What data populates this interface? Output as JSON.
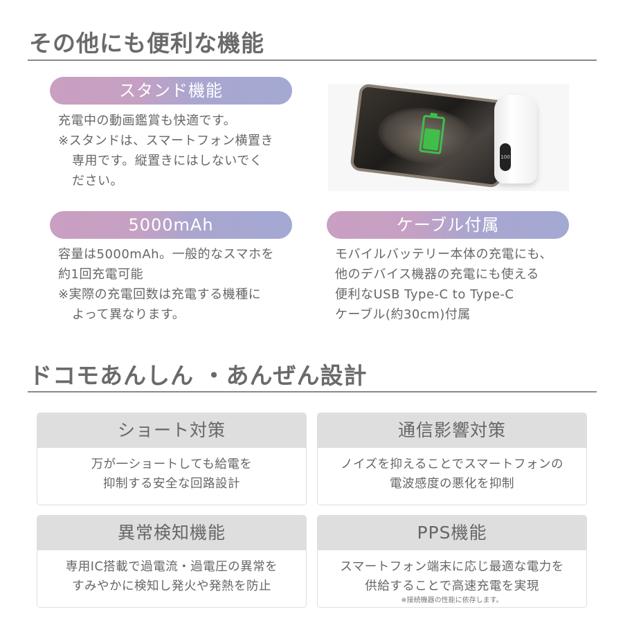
{
  "section1": {
    "title": "その他にも便利な機能",
    "features": [
      {
        "label": "スタンド機能",
        "lines": [
          "充電中の動画鑑賞も快適です。",
          "※スタンドは、スマートフォン横置き",
          "専用です。縦置きにはしないでく",
          "ださい。"
        ]
      },
      {
        "label": "5000mAh",
        "lines": [
          "容量は5000mAh。一般的なスマホを",
          "約1回充電可能",
          "※実際の充電回数は充電する機種に",
          "よって異なります。"
        ]
      },
      {
        "label": "ケーブル付属",
        "lines": [
          "モバイルバッテリー本体の充電にも、",
          "他のデバイス機器の充電にも使える",
          "便利なUSB Type-C to Type-C",
          "ケーブル(約30cm)付属"
        ]
      }
    ],
    "image": {
      "description": "smartphone in landscape on power bank stand showing green battery icon",
      "display_value": "100"
    }
  },
  "section2": {
    "title": "ドコモあんしん ・あんぜん設計",
    "cards": [
      {
        "title": "ショート対策",
        "lines": [
          "万が一ショートしても給電を",
          "抑制する安全な回路設計"
        ],
        "note": ""
      },
      {
        "title": "通信影響対策",
        "lines": [
          "ノイズを抑えることでスマートフォンの",
          "電波感度の悪化を抑制"
        ],
        "note": ""
      },
      {
        "title": "異常検知機能",
        "lines": [
          "専用IC搭載で過電流・過電圧の異常を",
          "すみやかに検知し発火や発熱を防止"
        ],
        "note": ""
      },
      {
        "title": "PPS機能",
        "lines": [
          "スマートフォン端末に応じ最適な電力を",
          "供給することで高速充電を実現"
        ],
        "note": "※接続機器の性能に依存します。"
      }
    ]
  },
  "colors": {
    "pill_gradient_start": "#c99fc2",
    "pill_gradient_end": "#a3a9d2",
    "rule": "#888888",
    "card_header_bg": "#dedede",
    "text": "#666666",
    "battery_green": "#3fbf4a"
  }
}
